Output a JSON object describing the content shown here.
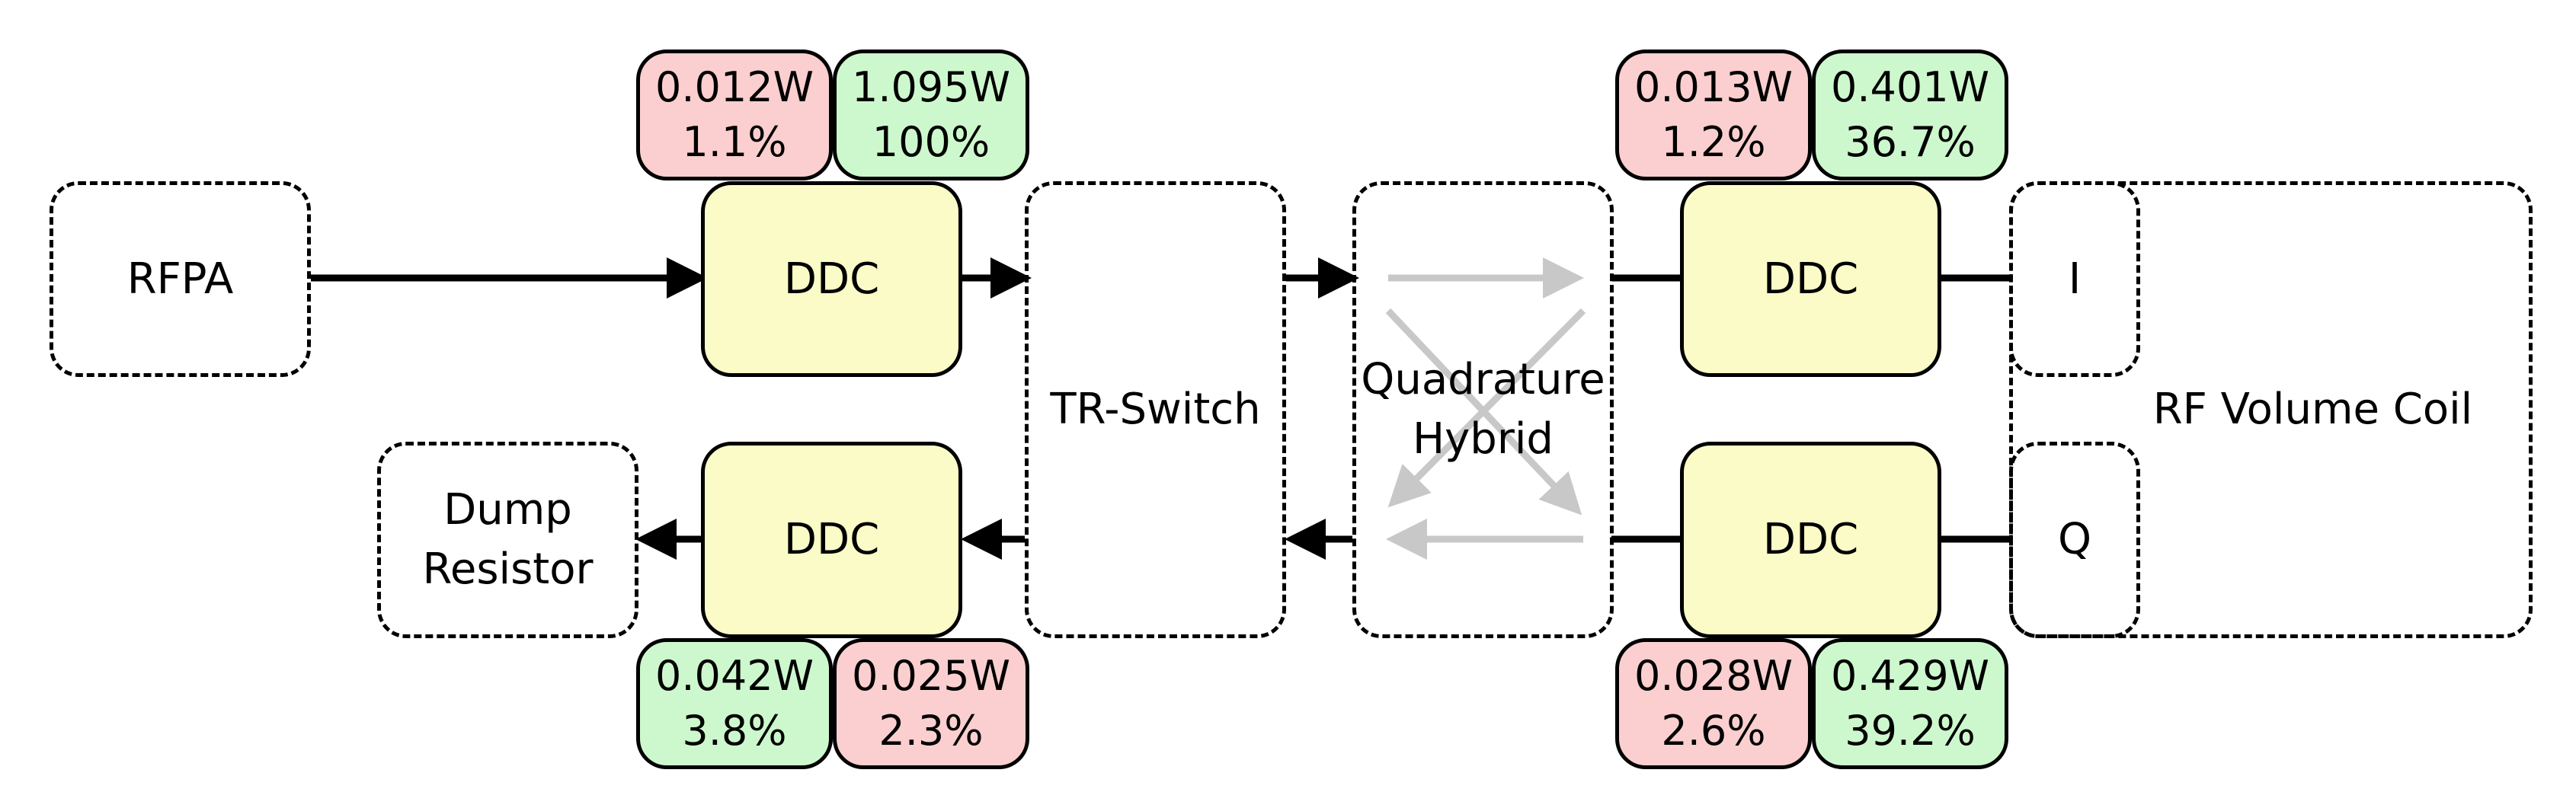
{
  "blocks": {
    "rfpa": "RFPA",
    "tr_switch": "TR-Switch",
    "hybrid_line1": "Quadrature",
    "hybrid_line2": "Hybrid",
    "coil": "RF Volume Coil",
    "port_i": "I",
    "port_q": "Q",
    "dump_line1": "Dump",
    "dump_line2": "Resistor",
    "ddc_tl": "DDC",
    "ddc_bl": "DDC",
    "ddc_tr": "DDC",
    "ddc_br": "DDC"
  },
  "meters": {
    "tl_reflected": {
      "power": "0.012W",
      "percent": "1.1%"
    },
    "tl_forward": {
      "power": "1.095W",
      "percent": "100%"
    },
    "tr_reflected": {
      "power": "0.013W",
      "percent": "1.2%"
    },
    "tr_forward": {
      "power": "0.401W",
      "percent": "36.7%"
    },
    "bl_forward": {
      "power": "0.042W",
      "percent": "3.8%"
    },
    "bl_reflected": {
      "power": "0.025W",
      "percent": "2.3%"
    },
    "br_reflected": {
      "power": "0.028W",
      "percent": "2.6%"
    },
    "br_forward": {
      "power": "0.429W",
      "percent": "39.2%"
    }
  },
  "colors": {
    "ddc_fill": "#fbfbc8",
    "loss_fill": "#fbcfcf",
    "ok_fill": "#cdf8cd",
    "hybrid_arrows": "#c8c8c8"
  }
}
